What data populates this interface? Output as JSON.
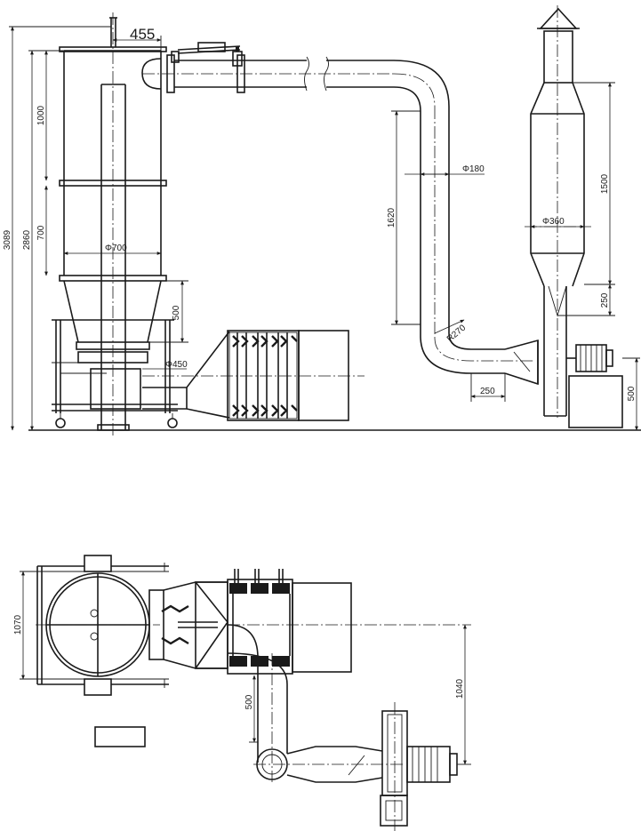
{
  "front_view": {
    "dimensions": {
      "top_offset": "455",
      "overall_height": "3089",
      "column_height": "2860",
      "upper_section": "1000",
      "middle_section": "700",
      "cone_section": "500",
      "cyclone_diameter": "Φ700",
      "inlet_diameter": "Φ450",
      "pipe_vertical": "1620",
      "pipe_diameter": "Φ180",
      "bend_radius": "R270",
      "fan_run": "250",
      "separator_body": "1500",
      "separator_diameter": "Φ360",
      "separator_cone": "250",
      "fan_base": "500"
    }
  },
  "plan_view": {
    "dimensions": {
      "width": "1070",
      "duct_length": "500",
      "offset": "1040"
    }
  }
}
